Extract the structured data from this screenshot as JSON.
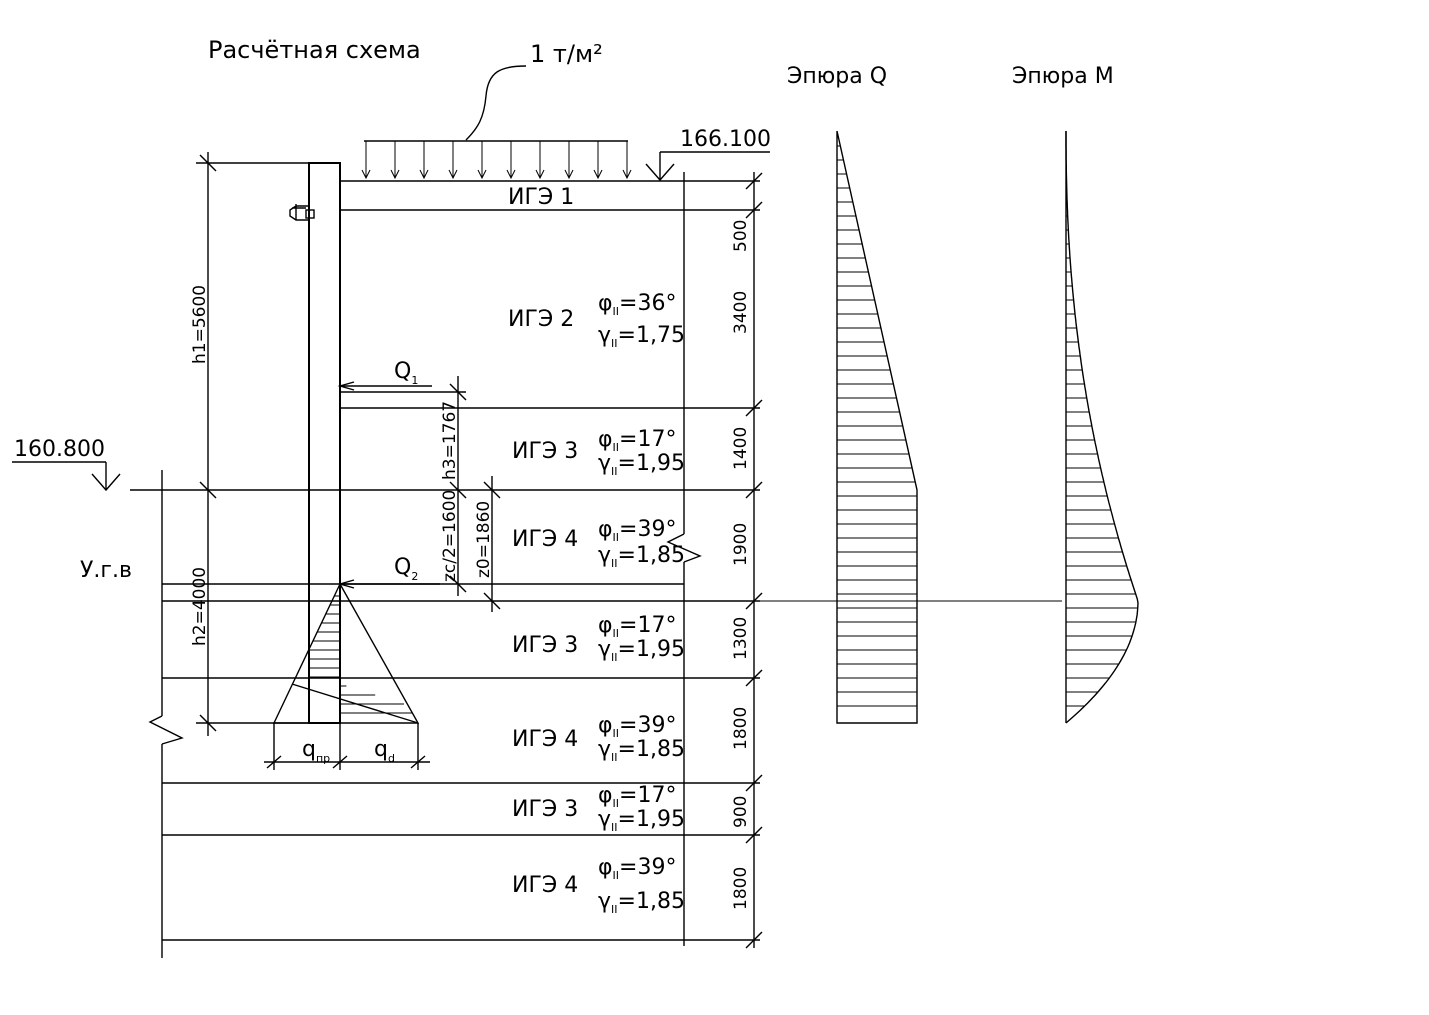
{
  "title": "Расчётная схема",
  "load_label": "1 т/м²",
  "epure_q_label": "Эпюра Q",
  "epure_m_label": "Эпюра M",
  "mark_top": "166.100",
  "mark_water": "160.800",
  "groundwater_label": "У.г.в",
  "dims_left": {
    "h1": "h1=5600",
    "h2": "h2=4000",
    "h3": "h3=1767",
    "zc2": "zc/2=1600",
    "z0": "z0=1860"
  },
  "forces": {
    "q1_main": "Q",
    "q1_sub": "1",
    "q2_main": "Q",
    "q2_sub": "2",
    "qpr_main": "q",
    "qpr_sub": "пр",
    "qd_main": "q",
    "qd_sub": "d"
  },
  "layers": [
    {
      "name": "ИГЭ 1",
      "phi": "",
      "gamma": "",
      "thickness": "500"
    },
    {
      "name": "ИГЭ 2",
      "phi": "=36°",
      "gamma": "=1,75",
      "thickness": "3400"
    },
    {
      "name": "ИГЭ 3",
      "phi": "=17°",
      "gamma": "=1,95",
      "thickness": "1400"
    },
    {
      "name": "ИГЭ 4",
      "phi": "=39°",
      "gamma": "=1,85",
      "thickness": "1900"
    },
    {
      "name": "ИГЭ 3",
      "phi": "=17°",
      "gamma": "=1,95",
      "thickness": "1300"
    },
    {
      "name": "ИГЭ 4",
      "phi": "=39°",
      "gamma": "=1,85",
      "thickness": "1800"
    },
    {
      "name": "ИГЭ 3",
      "phi": "=17°",
      "gamma": "=1,95",
      "thickness": "900"
    },
    {
      "name": "ИГЭ 4",
      "phi": "=39°",
      "gamma": "=1,85",
      "thickness": "1800"
    }
  ],
  "symbols": {
    "phi": "φ",
    "gamma": "γ",
    "sub_II": "II"
  }
}
